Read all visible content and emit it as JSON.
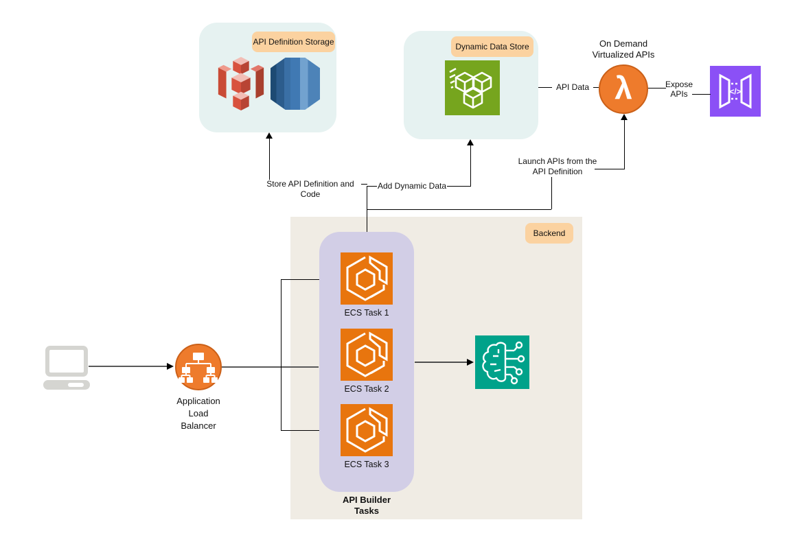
{
  "groups": {
    "storage": {
      "badge": "API Definition Storage"
    },
    "datastore": {
      "badge": "Dynamic Data Store"
    },
    "backend": {
      "badge": "Backend"
    }
  },
  "nodes": {
    "alb": {
      "lines": [
        "Application",
        "Load",
        "Balancer"
      ]
    },
    "lambda": {
      "glyph": "λ",
      "lines": [
        "On Demand",
        "Virtualized APIs"
      ]
    },
    "ecs": {
      "tasks": [
        "ECS Task 1",
        "ECS Task 2",
        "ECS Task 3"
      ],
      "container": [
        "API Builder",
        "Tasks"
      ]
    },
    "api_gateway": {
      "glyph": "</>"
    }
  },
  "edges": {
    "store": {
      "label": "Store API Definition and Code"
    },
    "add": {
      "label": "Add Dynamic Data"
    },
    "launch": {
      "lines": [
        "Launch APIs from the",
        "API Definition"
      ]
    },
    "api_data": {
      "label": "API Data"
    },
    "expose": {
      "lines": [
        "Expose",
        "APIs"
      ]
    }
  },
  "icons": {
    "client": "laptop-icon",
    "alb": "load-balancer-tree-icon",
    "ecs": "ecs-task-hexagon-icon",
    "ml": "machine-learning-brain-icon",
    "bucket": "s3-bucket-icon",
    "database": "database-cylinder-icon",
    "cubes": "data-cubes-icon",
    "lambda": "lambda-icon",
    "api_gateway": "api-gateway-icon"
  },
  "colors": {
    "group_fill": "#e6f2f1",
    "badge_fill": "#fbd2a0",
    "backend_fill": "#f0ece4",
    "tasks_fill": "#d2cee6",
    "ecs_orange": "#e8750e",
    "aws_orange": "#ee7b2c",
    "green": "#76a51e",
    "teal": "#00a28a",
    "purple": "#8b50f6",
    "s3_red": "#d8523e",
    "db_blue": "#3d72a8"
  }
}
